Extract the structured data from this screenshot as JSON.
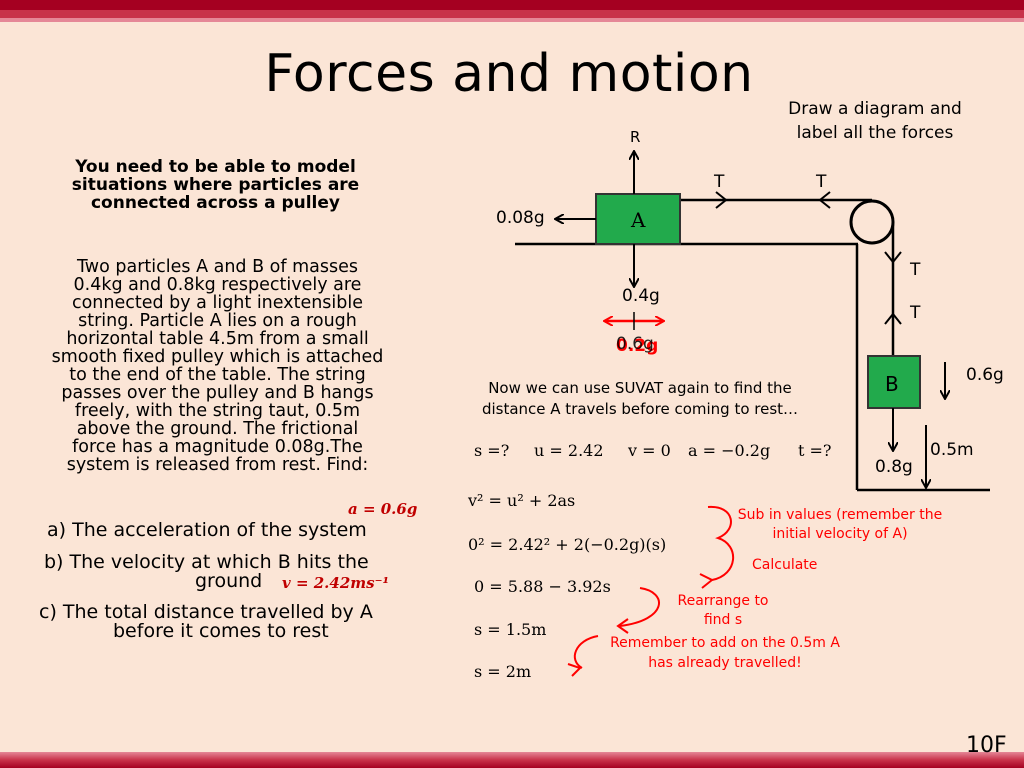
{
  "title": "Forces and motion",
  "instruction": [
    "Draw a diagram and",
    "label all the forces"
  ],
  "intro": [
    "You need to be able to model",
    "situations where particles are",
    "connected across a pulley"
  ],
  "problem": [
    "Two particles A and B of masses",
    "0.4kg and 0.8kg respectively are",
    "connected by a light inextensible",
    "string. Particle A lies on a rough",
    "horizontal table 4.5m from a small",
    "smooth fixed pulley which is attached",
    "to the end of the table. The string",
    "passes over the pulley and B hangs",
    "freely, with the string taut, 0.5m",
    "above the ground. The frictional",
    "force has a magnitude 0.08g.The",
    "system is released from rest. Find:"
  ],
  "answers": {
    "a_answer": "a = 0.6g",
    "b_answer": "v = 2.42ms⁻¹"
  },
  "questions": {
    "a": "a) The acceleration of the system",
    "b1": "b) The velocity at which B hits the",
    "b2": "ground",
    "c1": "c) The total distance travelled by A",
    "c2": "before it comes to rest"
  },
  "diagram": {
    "R": "R",
    "T_left": "T",
    "T_right": "T",
    "T_b_top": "T",
    "T_b_lower": "T",
    "friction": "0.08g",
    "block_a": "A",
    "block_b": "B",
    "weight_a": "0.4g",
    "decel_under": "0.2g",
    "decel_over": "0.6g",
    "b_accel": "0.6g",
    "height": "0.5m",
    "weight_b": "0.8g"
  },
  "suvat_intro": [
    "Now we can use SUVAT again to find the",
    "distance A travels before coming to rest…"
  ],
  "suvat_values": {
    "s": "s =?",
    "u": "u = 2.42",
    "v": "v = 0",
    "a": "a = −0.2g",
    "t": "t =?"
  },
  "working": [
    "v² = u² + 2as",
    "0² = 2.42² + 2(−0.2g)(s)",
    "0 = 5.88 − 3.92s",
    "s = 1.5m",
    "s = 2m"
  ],
  "notes": {
    "sub": [
      "Sub in values (remember the",
      "initial velocity of A)"
    ],
    "calculate": "Calculate",
    "rearrange": [
      "Rearrange to",
      "find s"
    ],
    "remember": [
      "Remember to add on the 0.5m A",
      "has already travelled!"
    ]
  },
  "slide_code": "10F",
  "colors": {
    "background": "#fbe5d6",
    "top_bar": "#a50021",
    "block_fill": "#22aa4c",
    "annotation_red": "#ff0000"
  }
}
